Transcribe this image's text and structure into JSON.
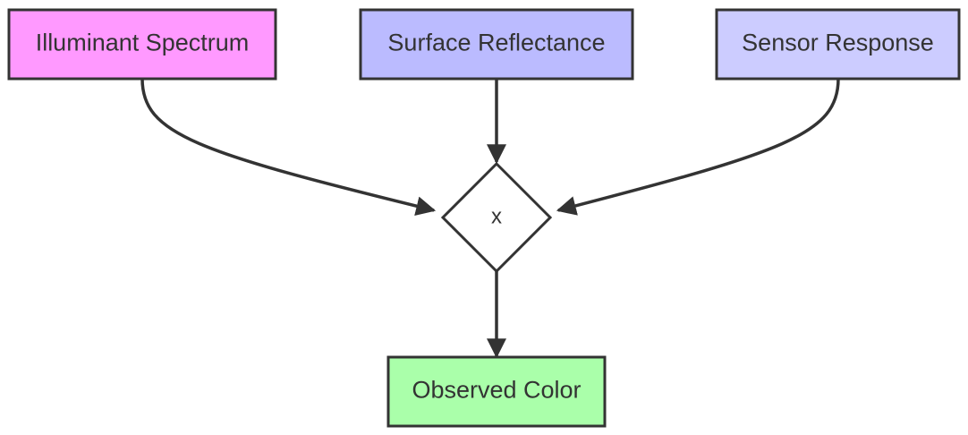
{
  "nodes": {
    "illuminant": {
      "label": "Illuminant Spectrum",
      "color": "#ff99ff"
    },
    "surface": {
      "label": "Surface Reflectance",
      "color": "#bbbbff"
    },
    "sensor": {
      "label": "Sensor Response",
      "color": "#ccccff"
    },
    "operator": {
      "label": "x",
      "color": "#ffffff"
    },
    "observed": {
      "label": "Observed Color",
      "color": "#aaffaa"
    }
  }
}
